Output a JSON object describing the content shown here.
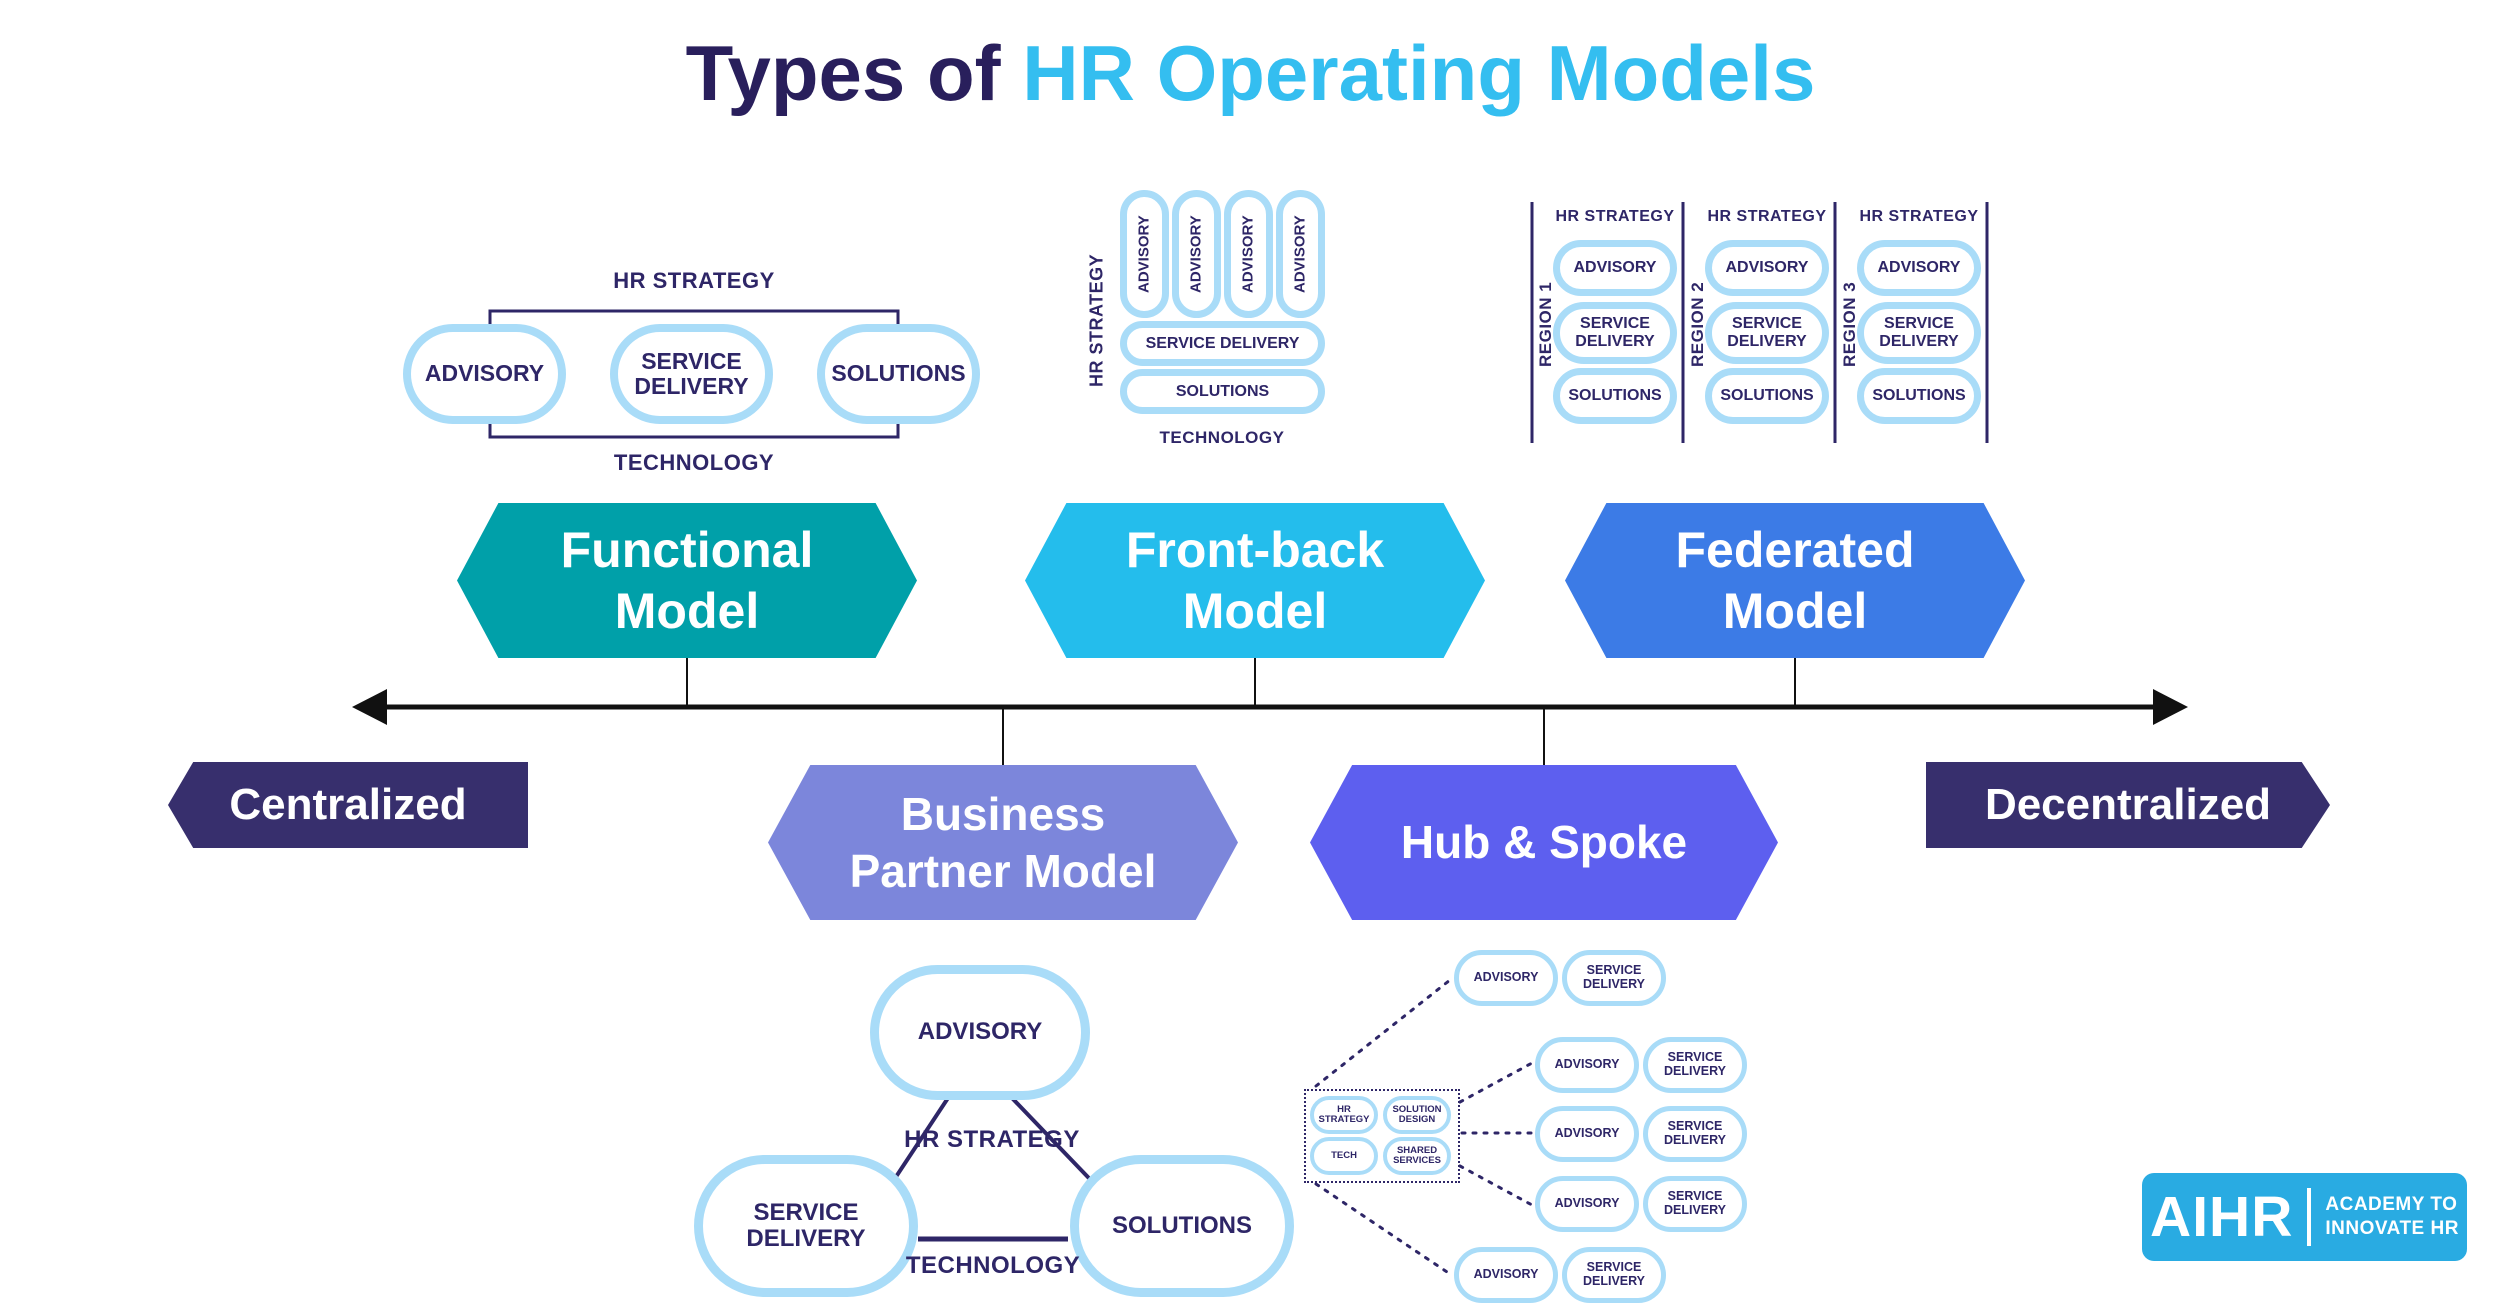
{
  "title": {
    "prefix": "Types of ",
    "highlight": "HR Operating Models"
  },
  "spectrum": {
    "left": "Centralized",
    "right": "Decentralized"
  },
  "hexagons": {
    "functional": {
      "label": "Functional Model",
      "color": "#00A0A9"
    },
    "front_back": {
      "label": "Front-back Model",
      "color": "#24BDEC"
    },
    "federated": {
      "label": "Federated Model",
      "color": "#3C7BE6"
    },
    "business_partner": {
      "label": "Business Partner Model",
      "color": "#7C86DB"
    },
    "hub_spoke": {
      "label": "Hub & Spoke",
      "color": "#5D5FEF"
    }
  },
  "functional_diagram": {
    "top_label": "HR STRATEGY",
    "bottom_label": "TECHNOLOGY",
    "pills": [
      "ADVISORY",
      "SERVICE DELIVERY",
      "SOLUTIONS"
    ]
  },
  "front_back_diagram": {
    "side_label": "HR STRATEGY",
    "bottom_label": "TECHNOLOGY",
    "advisory_pills": [
      "ADVISORY",
      "ADVISORY",
      "ADVISORY",
      "ADVISORY"
    ],
    "service_pill": "SERVICE DELIVERY",
    "solutions_pill": "SOLUTIONS"
  },
  "federated_diagram": {
    "regions": [
      {
        "label": "REGION 1",
        "header": "HR STRATEGY",
        "pills": [
          "ADVISORY",
          "SERVICE DELIVERY",
          "SOLUTIONS"
        ]
      },
      {
        "label": "REGION 2",
        "header": "HR STRATEGY",
        "pills": [
          "ADVISORY",
          "SERVICE DELIVERY",
          "SOLUTIONS"
        ]
      },
      {
        "label": "REGION 3",
        "header": "HR STRATEGY",
        "pills": [
          "ADVISORY",
          "SERVICE DELIVERY",
          "SOLUTIONS"
        ]
      }
    ]
  },
  "business_partner_diagram": {
    "top_pill": "ADVISORY",
    "left_pill": "SERVICE DELIVERY",
    "right_pill": "SOLUTIONS",
    "center_label": "HR STRATEGY",
    "bottom_label": "TECHNOLOGY"
  },
  "hub_spoke_diagram": {
    "hub": {
      "pills": [
        "HR STRATEGY",
        "SOLUTION DESIGN",
        "TECH",
        "SHARED SERVICES"
      ]
    },
    "spokes": [
      {
        "advisory": "ADVISORY",
        "service": "SERVICE DELIVERY"
      },
      {
        "advisory": "ADVISORY",
        "service": "SERVICE DELIVERY"
      },
      {
        "advisory": "ADVISORY",
        "service": "SERVICE DELIVERY"
      },
      {
        "advisory": "ADVISORY",
        "service": "SERVICE DELIVERY"
      },
      {
        "advisory": "ADVISORY",
        "service": "SERVICE DELIVERY"
      }
    ]
  },
  "logo": {
    "name": "AIHR",
    "tagline_line1": "ACADEMY TO",
    "tagline_line2": "INNOVATE HR",
    "color": "#29ABE2"
  },
  "colors": {
    "navy_text": "#2E2667",
    "pill_border": "#A9DCF8",
    "arrow": "#111111",
    "title_dark": "#291F5C",
    "title_blue": "#34BEF0",
    "banner_dark": "#372F6D"
  }
}
